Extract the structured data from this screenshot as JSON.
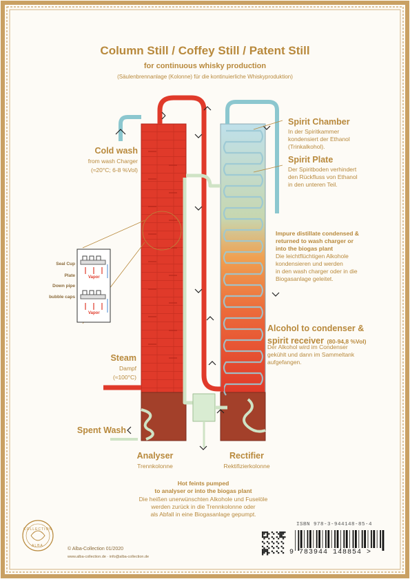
{
  "title": "Column Still / Coffey Still / Patent Still",
  "subtitle": "for continuous whisky production",
  "subtitle_de": "(Säulenbrennanlage (Kolonne) für die kontinuierliche Whiskyproduktion)",
  "labels": {
    "cold_wash": {
      "title": "Cold wash",
      "line1": "from wash Charger",
      "line2": "(≈20°C; 6-8 %Vol)"
    },
    "steam": {
      "title": "Steam",
      "line1": "Dampf",
      "line2": "(≈100°C)"
    },
    "spent_wash": {
      "title": "Spent Wash"
    },
    "analyser": {
      "title": "Analyser",
      "line1": "Trennkolonne"
    },
    "rectifier": {
      "title": "Rectifier",
      "line1": "Rektifizierkolonne"
    },
    "spirit_chamber": {
      "title": "Spirit Chamber",
      "line1": "In der  Spiritkammer",
      "line2": "kondensiert der Ethanol",
      "line3": "(Trinkalkohol)."
    },
    "spirit_plate": {
      "title": "Spirit Plate",
      "line1": "Der Spiritboden verhindert",
      "line2": "den Rückfluss von Ethanol",
      "line3": "in den unteren Teil."
    },
    "impure": {
      "line1": "Impure distillate condensed &",
      "line2": "returned to wash charger or",
      "line3": "into the biogas plant",
      "line4": "Die leichtflüchtigen Alkohole",
      "line5": "kondensieren und werden",
      "line6": "in den wash charger oder in die",
      "line7": "Biogasanlage geleitet."
    },
    "alcohol": {
      "title1": "Alcohol to condenser &",
      "title2": "spirit receiver",
      "title2b": "(80-94,8 %Vol)",
      "line1": "Der Alkohol wird  im Condenser",
      "line2": "gekühlt und dann im Sammeltank",
      "line3": "aufgefangen."
    },
    "feints": {
      "line1": "Hot feints pumped",
      "line2": "to analyser or into the biogas plant",
      "line3": "Die heißen unerwünschten Alkohole und Fuselöle",
      "line4": "werden zurück in die Trennkolonne oder",
      "line5": "als Abfall in eine Biogasanlage gepumpt."
    },
    "detail": {
      "seal_cup": "Seal Cup",
      "plate": "Plate",
      "down_pipe": "Down pipe",
      "bubble_caps": "bubble caps",
      "vapor": "Vapor"
    }
  },
  "footer": {
    "copyright": "© Alba-Collection 01/2020",
    "web": "www.alba-collection.de · info@alba-collection.de",
    "logo_text": "COLLECTION",
    "logo_sub": "ALBA",
    "isbn": "ISBN 978-3-944148-85-4",
    "barcode_number": "9 783944 148854 >"
  },
  "colors": {
    "accent": "#b8893c",
    "column_red": "#e03a2a",
    "base_brown": "#a3402a",
    "pipe_blue": "#8cc7cf",
    "pipe_green": "#cfe3c5",
    "border_gold": "#c9a063"
  }
}
